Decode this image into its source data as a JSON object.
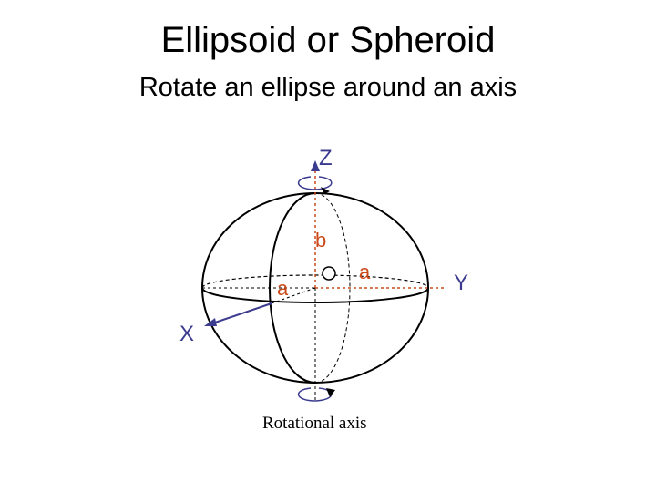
{
  "title": "Ellipsoid or Spheroid",
  "subtitle": "Rotate an ellipse around an axis",
  "labels": {
    "z_axis": "Z",
    "y_axis": "Y",
    "x_axis": "X",
    "semi_b": "b",
    "semi_a_y": "a",
    "semi_a_x": "a",
    "caption": "Rotational axis"
  },
  "colors": {
    "axis_label": "#3b3b8f",
    "semi_axis": "#cc4a1a",
    "outline": "#000000",
    "x_arrow": "#3b3b8f"
  }
}
